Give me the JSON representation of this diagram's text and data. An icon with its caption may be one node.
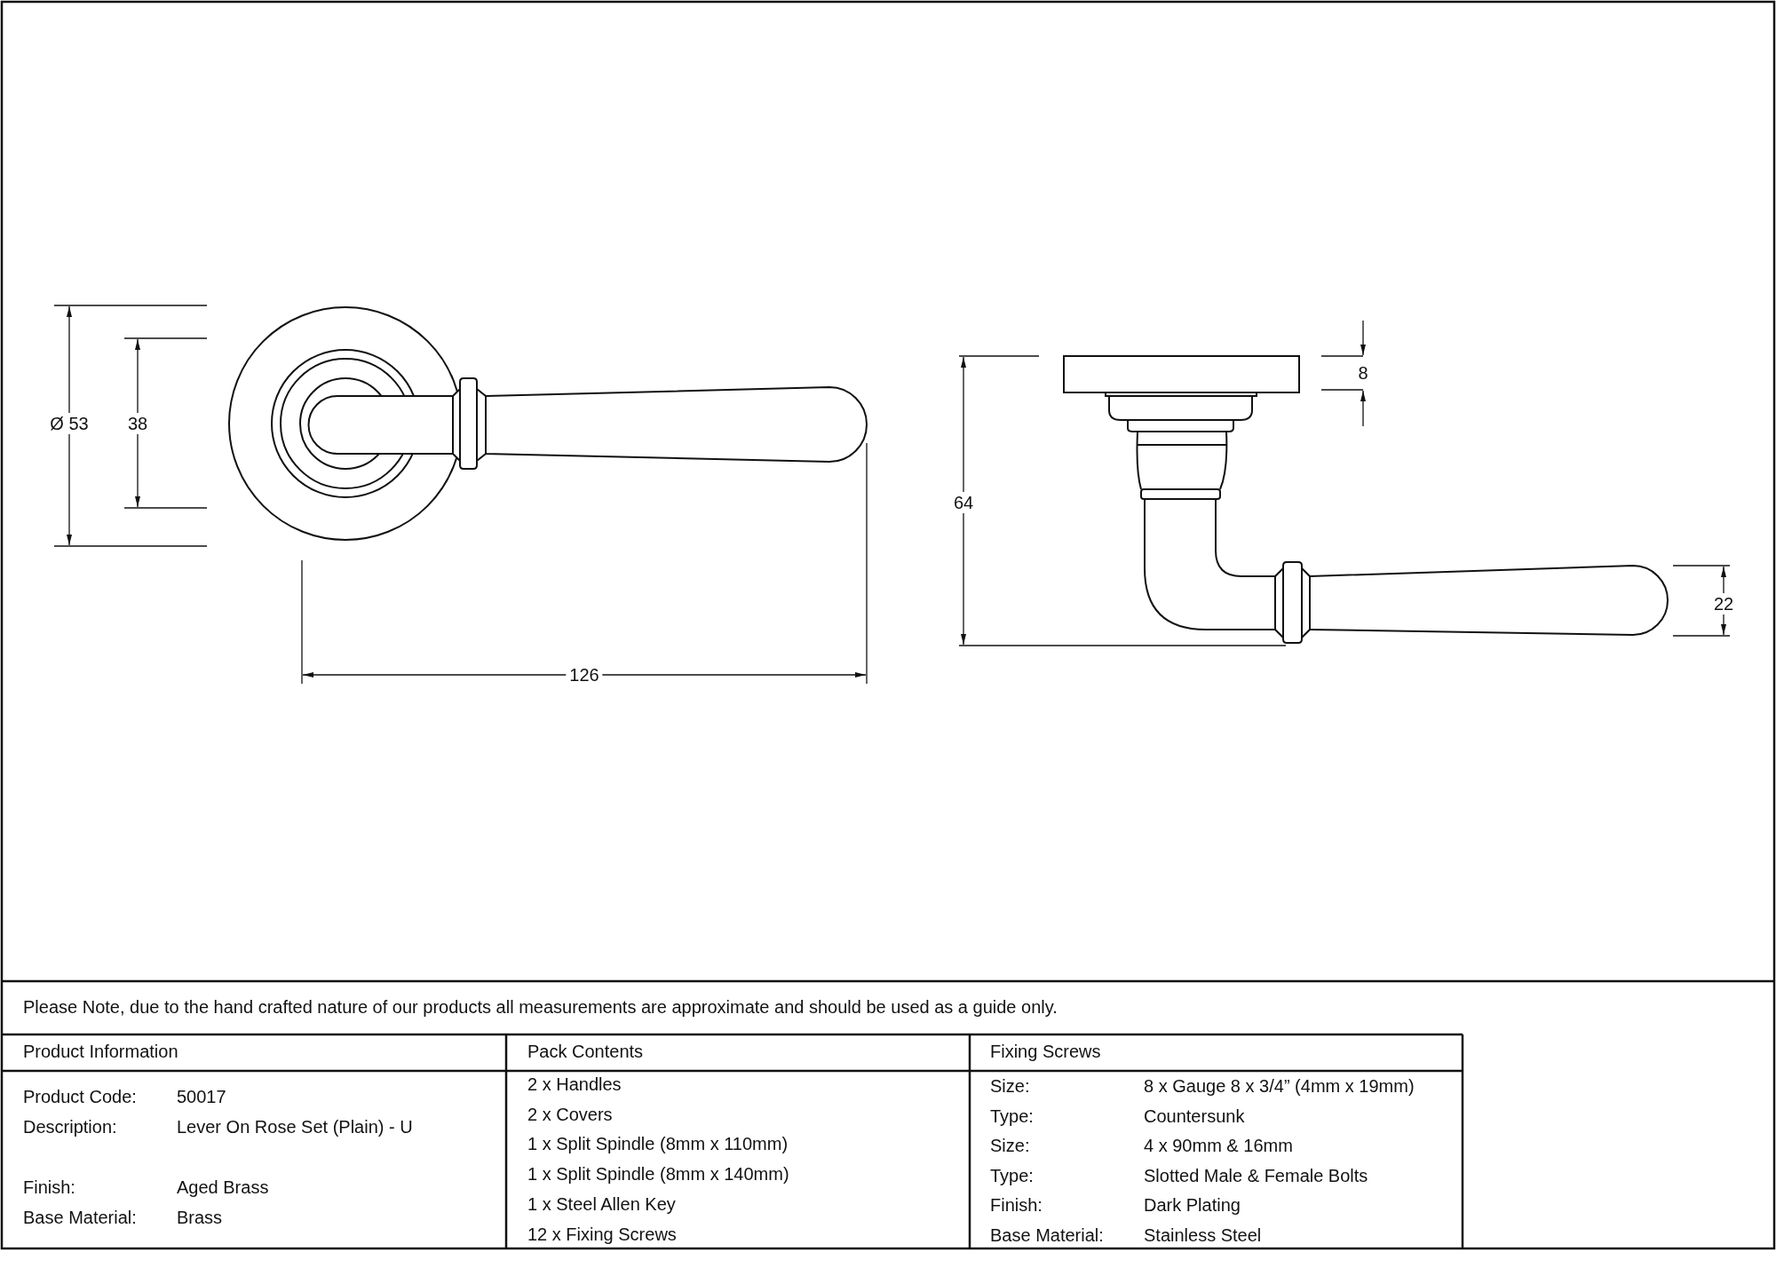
{
  "diagram": {
    "labels": [
      "Ø 53",
      "38",
      "126",
      "64",
      "8",
      "22",
      "Please Note, due to the hand crafted nature of our products all measurements are approximate and should be used as a guide only.",
      "Product Information",
      "Pack Contents",
      "Fixing Screws",
      "Product Code:",
      "50017",
      "Description:",
      "Lever On Rose Set (Plain) - U",
      "Finish:",
      "Aged Brass",
      "Base Material:",
      "Brass",
      "2 x Handles",
      "2 x Covers",
      "1 x Split Spindle (8mm x 110mm)",
      "1 x Split Spindle (8mm x 140mm)",
      "1 x Steel Allen Key",
      "12 x Fixing Screws",
      "Size:",
      "8 x Gauge 8 x 3/4” (4mm x 19mm)",
      "Type:",
      "Countersunk",
      "Size:",
      "4 x 90mm & 16mm",
      "Type:",
      "Slotted Male & Female Bolts",
      "Finish:",
      "Dark Plating",
      "Base Material:",
      "Stainless Steel"
    ]
  }
}
